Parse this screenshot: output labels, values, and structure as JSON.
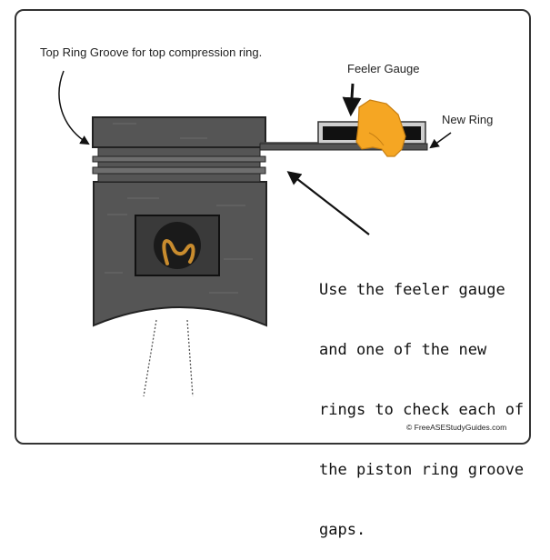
{
  "labels": {
    "top_groove": "Top Ring Groove for top compression ring.",
    "feeler_gauge": "Feeler Gauge",
    "new_ring": "New Ring"
  },
  "instruction": [
    "Use the feeler gauge",
    "and one of the new",
    "rings to check each of",
    "the piston ring groove",
    "gaps."
  ],
  "copyright": "© FreeASEStudyGuides.com",
  "colors": {
    "piston_body": "#555555",
    "piston_edge": "#222222",
    "ring_band": "#6e6e6e",
    "feeler_gauge": "#111111",
    "gauge_frame": "#cfcfcf",
    "finger": "#f5a623",
    "logo_badge": "#3a3a3a",
    "logo_symbol": "#c98c2e"
  },
  "icons": {
    "finger": "finger-pressing-icon",
    "logo": "piston-logo-icon"
  }
}
